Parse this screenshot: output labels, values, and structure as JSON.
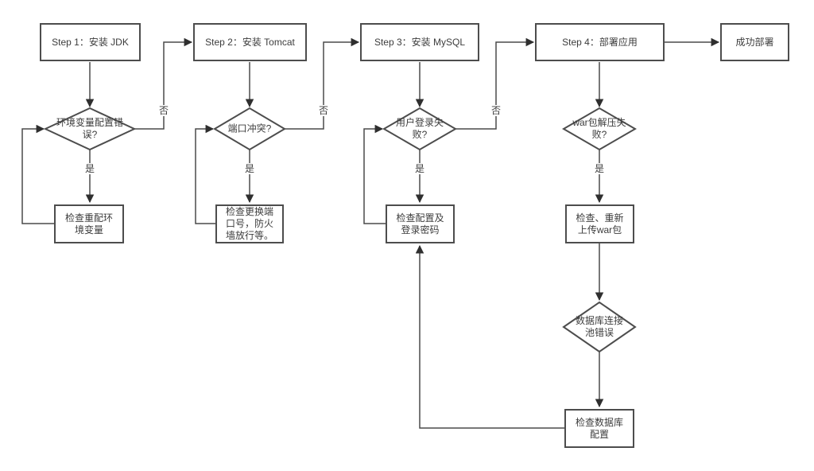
{
  "colors": {
    "background": "#ffffff",
    "box_border": "#4d4d4d",
    "line": "#4a4a4a",
    "arrowhead": "#2f2f2f",
    "text": "#3c3c3c"
  },
  "diagram": {
    "type": "flowchart",
    "nodes": {
      "step1": {
        "type": "process",
        "label": "Step 1：安装 JDK"
      },
      "step2": {
        "type": "process",
        "label": "Step 2：安装 Tomcat"
      },
      "step3": {
        "type": "process",
        "label": "Step 3：安装 MySQL"
      },
      "step4": {
        "type": "process",
        "label": "Step 4：部署应用"
      },
      "success": {
        "type": "process",
        "label": "成功部署"
      },
      "d_env": {
        "type": "decision",
        "label": "环境变量配置错误?"
      },
      "d_port": {
        "type": "decision",
        "label": "端口冲突?"
      },
      "d_login": {
        "type": "decision",
        "label": "用户登录失败?"
      },
      "d_war": {
        "type": "decision",
        "label": "war包解压失败?"
      },
      "d_pool": {
        "type": "decision",
        "label": "数据库连接池错误"
      },
      "fix_env": {
        "type": "process",
        "label": "检查重配环境变量"
      },
      "fix_port": {
        "type": "process",
        "label": "检查更换端口号，防火墙放行等。"
      },
      "fix_login": {
        "type": "process",
        "label": "检查配置及登录密码"
      },
      "fix_war": {
        "type": "process",
        "label": "检查、重新上传war包"
      },
      "fix_db": {
        "type": "process",
        "label": "检查数据库配置"
      }
    },
    "edges": [
      {
        "from": "step1",
        "to": "d_env",
        "label": ""
      },
      {
        "from": "d_env",
        "to": "step2",
        "label": "否"
      },
      {
        "from": "d_env",
        "to": "fix_env",
        "label": "是"
      },
      {
        "from": "fix_env",
        "to": "d_env",
        "label": ""
      },
      {
        "from": "step2",
        "to": "d_port",
        "label": ""
      },
      {
        "from": "d_port",
        "to": "step3",
        "label": "否"
      },
      {
        "from": "d_port",
        "to": "fix_port",
        "label": "是"
      },
      {
        "from": "fix_port",
        "to": "d_port",
        "label": ""
      },
      {
        "from": "step3",
        "to": "d_login",
        "label": ""
      },
      {
        "from": "d_login",
        "to": "step4",
        "label": "否"
      },
      {
        "from": "d_login",
        "to": "fix_login",
        "label": "是"
      },
      {
        "from": "fix_login",
        "to": "d_login",
        "label": ""
      },
      {
        "from": "step4",
        "to": "success",
        "label": ""
      },
      {
        "from": "step4",
        "to": "d_war",
        "label": ""
      },
      {
        "from": "d_war",
        "to": "fix_war",
        "label": "是"
      },
      {
        "from": "fix_war",
        "to": "d_pool",
        "label": ""
      },
      {
        "from": "d_pool",
        "to": "fix_db",
        "label": ""
      },
      {
        "from": "fix_db",
        "to": "fix_login",
        "label": ""
      }
    ]
  }
}
